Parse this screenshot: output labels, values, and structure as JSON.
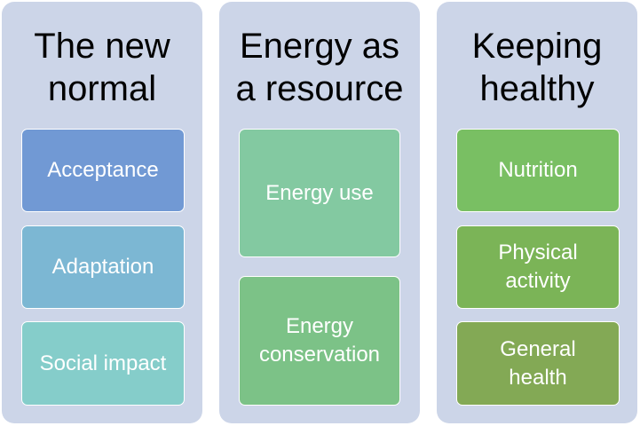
{
  "columns": [
    {
      "title_lines": [
        "The new",
        "normal"
      ],
      "boxes": [
        {
          "lines": [
            "Acceptance"
          ],
          "color": "#7199d4"
        },
        {
          "lines": [
            "Adaptation"
          ],
          "color": "#7cb7d3"
        },
        {
          "lines": [
            "Social impact"
          ],
          "color": "#85cdca"
        }
      ]
    },
    {
      "title_lines": [
        "Energy as",
        "a resource"
      ],
      "boxes": [
        {
          "lines": [
            "Energy use"
          ],
          "color": "#83c9a1"
        },
        {
          "lines": [
            "Energy",
            "conservation"
          ],
          "color": "#7cc287"
        }
      ]
    },
    {
      "title_lines": [
        "Keeping",
        "healthy"
      ],
      "boxes": [
        {
          "lines": [
            "Nutrition"
          ],
          "color": "#79bf63"
        },
        {
          "lines": [
            "Physical",
            "activity"
          ],
          "color": "#7bb457"
        },
        {
          "lines": [
            "General",
            "health"
          ],
          "color": "#83a955"
        }
      ]
    }
  ]
}
